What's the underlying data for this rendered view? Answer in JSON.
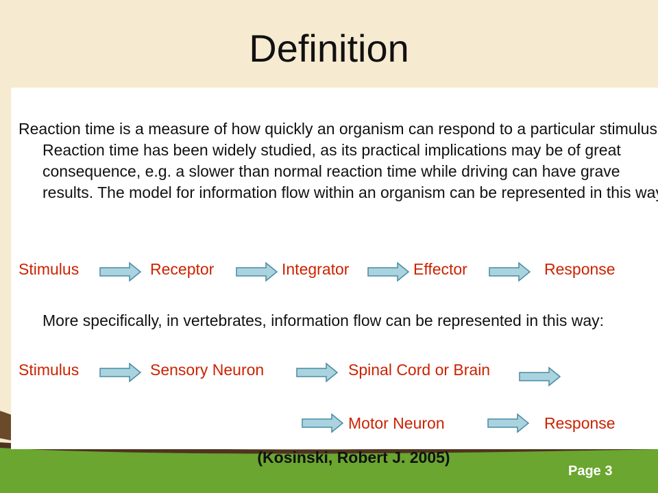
{
  "slide": {
    "title": "Definition",
    "paragraph1": "Reaction time is a measure of how quickly an organism can respond to a particular stimulus. Reaction time has been widely studied, as its practical implications may be of great consequence, e.g. a slower than normal reaction time while driving can have grave results. The model for information flow within an organism can be represented in this way:",
    "flow1": [
      "Stimulus",
      "Receptor",
      "Integrator",
      "Effector",
      "Response"
    ],
    "paragraph2": "More specifically, in vertebrates, information flow can be represented in this way:",
    "flow2": [
      "Stimulus",
      "Sensory Neuron",
      "Spinal Cord or Brain"
    ],
    "flow3": [
      "Motor Neuron",
      "Response"
    ],
    "citation": "(Kosinski, Robert J.  2005)",
    "page_number": "Page 3"
  },
  "colors": {
    "flow_text": "#cc2200",
    "arrow_fill": "#a9d3de",
    "arrow_stroke": "#4a8aa3",
    "background": "#f6ead0",
    "footer_green": "#6aa630"
  }
}
